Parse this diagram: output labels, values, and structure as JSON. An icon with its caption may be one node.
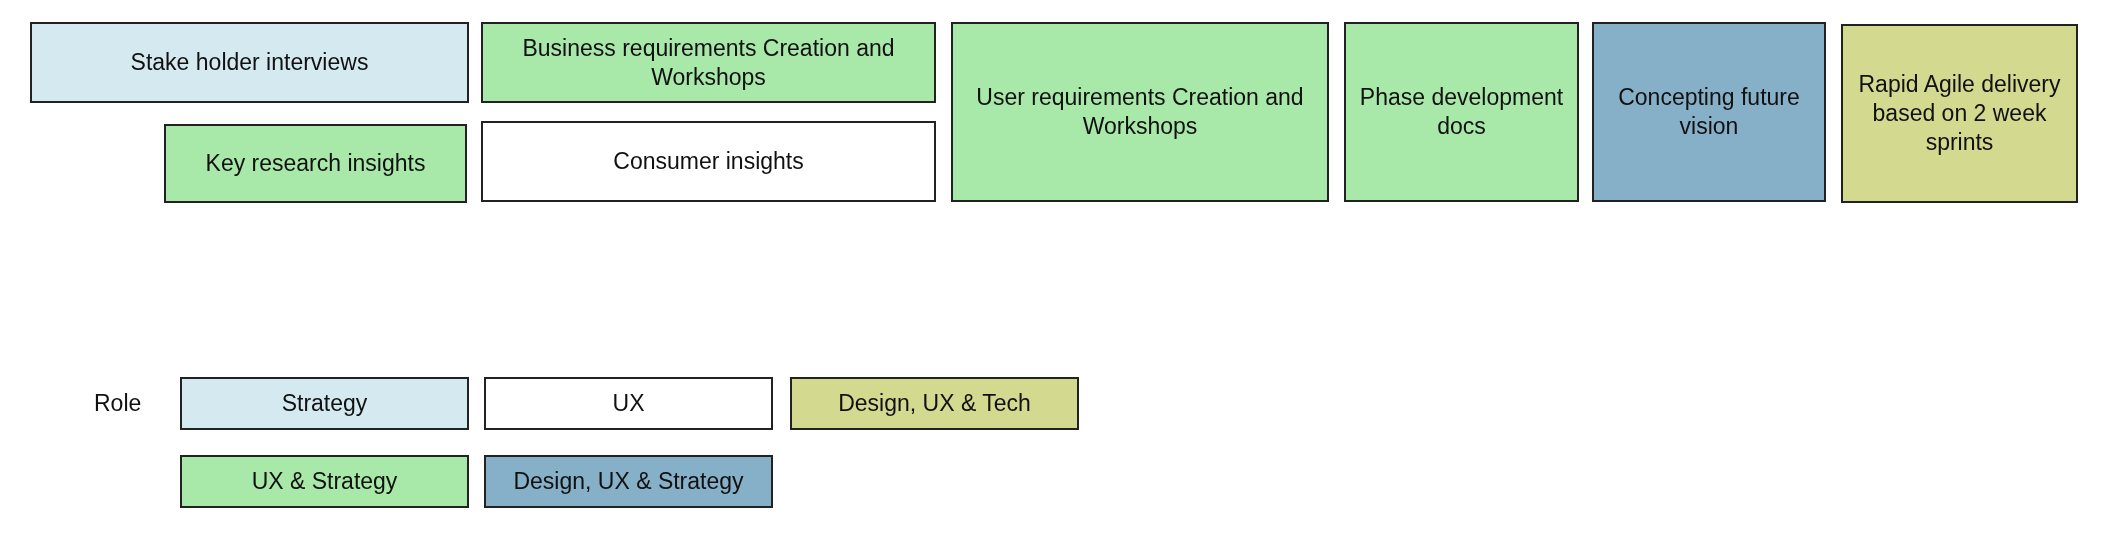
{
  "diagram": {
    "nodes": [
      {
        "text": [
          "Stake holder interviews"
        ]
      },
      {
        "text": [
          "Business requirements Creation and Workshops"
        ]
      },
      {
        "text": [
          "User requirements Creation and Workshops"
        ]
      },
      {
        "text": [
          "Phase development docs"
        ]
      },
      {
        "text": [
          "Concepting future vision"
        ]
      },
      {
        "text": [
          "Rapid Agile delivery based on 2 week sprints"
        ]
      },
      {
        "text": [
          "Key research insights"
        ]
      },
      {
        "text": [
          "Consumer insights"
        ]
      }
    ],
    "labels": [
      "Role"
    ],
    "legend": [
      {
        "text": "Strategy",
        "color": "#d5eaf0"
      },
      {
        "text": "UX",
        "color": "#ffffff"
      },
      {
        "text": "Design, UX & Tech",
        "color": "#d3d98f"
      },
      {
        "text": "UX & Strategy",
        "color": "#a8e8a8"
      },
      {
        "text": "Design, UX & Strategy",
        "color": "#86afc8"
      }
    ]
  }
}
